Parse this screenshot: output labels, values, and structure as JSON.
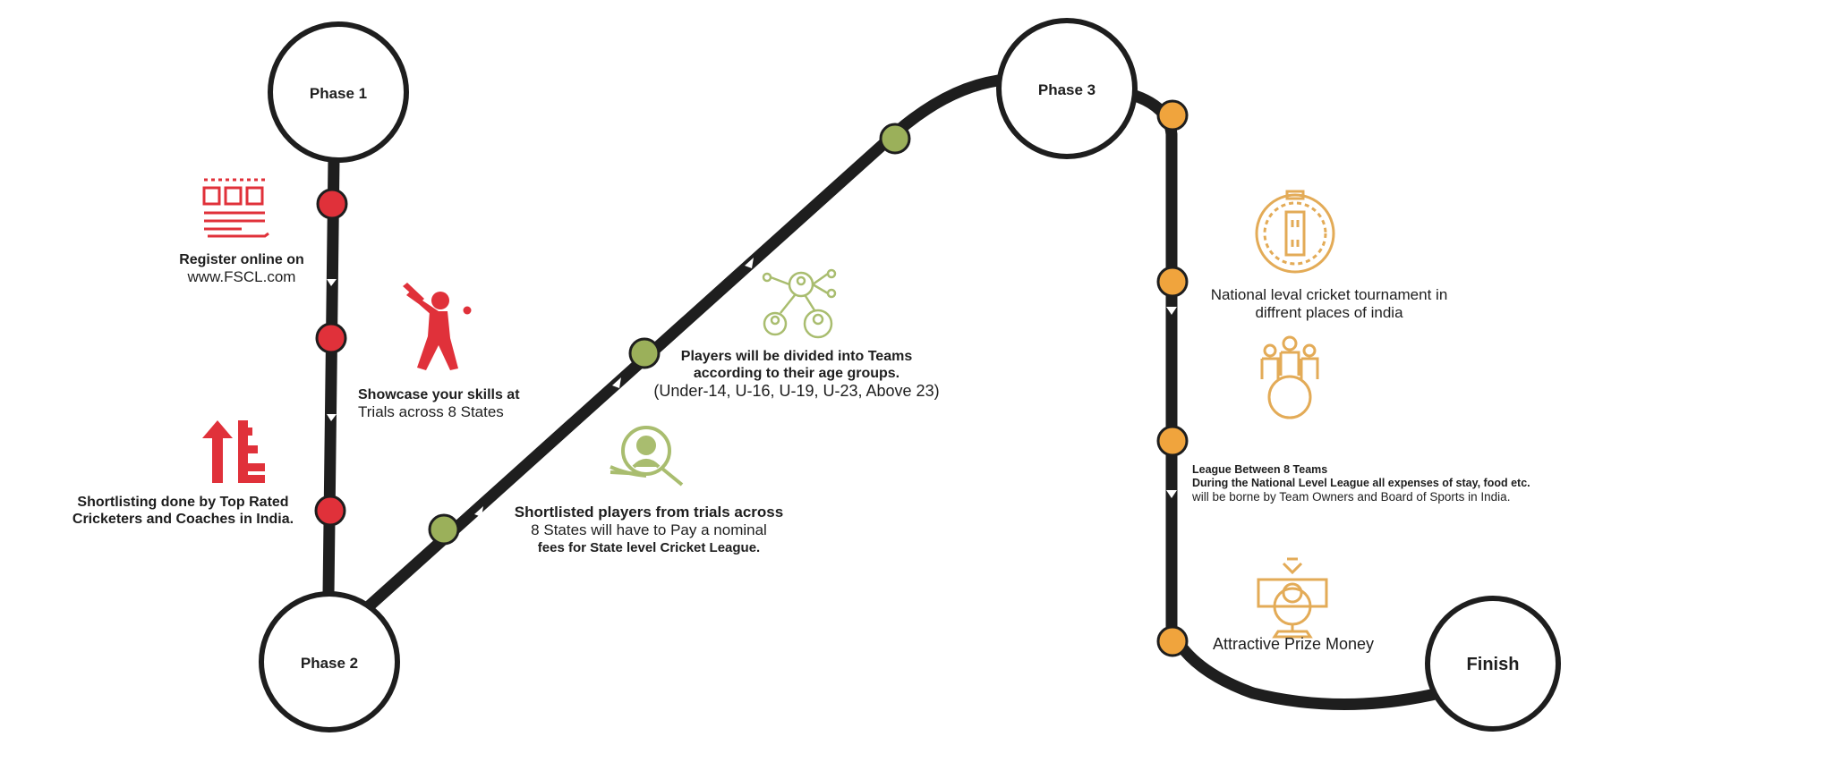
{
  "phases": {
    "phase1": "Phase 1",
    "phase2": "Phase 2",
    "phase3": "Phase 3",
    "finish": "Finish"
  },
  "steps": {
    "register": {
      "line1": "Register online on",
      "line2": "www.FSCL.com"
    },
    "showcase": {
      "line1": "Showcase your skills at",
      "line2": "Trials across 8 States"
    },
    "shortlisting": {
      "line1": "Shortlisting done by Top Rated",
      "line2": "Cricketers and Coaches in India."
    },
    "shortlisted_players": {
      "line1": "Shortlisted players from trials across",
      "line2": "8 States will have to Pay a nominal",
      "line3": "fees for State level Cricket League."
    },
    "teams": {
      "line1": "Players will be divided into Teams",
      "line2": "according to their age groups.",
      "line3": "(Under-14, U-16, U-19, U-23, Above 23)"
    },
    "national": {
      "line1": "National leval cricket tournament in",
      "line2": "diffrent places of india"
    },
    "league": {
      "line1": "League Between 8  Teams",
      "line2": "During the National Level League all expenses of stay, food etc.",
      "line3": "will be borne by Team Owners and Board of Sports in India."
    },
    "prize": {
      "line1": "Attractive Prize Money"
    }
  },
  "colors": {
    "track": "#1e1e1e",
    "phase1_red": "#e0313a",
    "phase2_green": "#9bb05a",
    "phase3_orange": "#f0a43d",
    "icon_red": "#e0313a",
    "icon_green": "#a9bd6f",
    "icon_gold": "#e3ab57"
  },
  "icons": {
    "register": "registration-form-icon",
    "showcase": "cricket-batsman-icon",
    "shortlisting": "ranking-arrow-icon",
    "shortlisted": "player-search-icon",
    "teams": "team-network-icon",
    "national": "cricket-pitch-icon",
    "league": "team-group-icon",
    "prize": "prize-money-icon"
  }
}
